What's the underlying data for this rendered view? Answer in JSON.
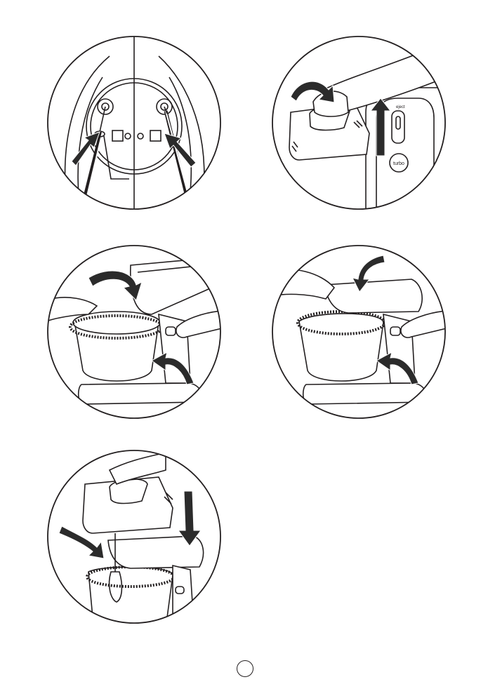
{
  "colors": {
    "ink": "#231f20",
    "arrow": "#2b2b2b",
    "paper": "#ffffff",
    "gray": "#d9d9d9"
  },
  "figures": [
    {
      "id": "fig1",
      "icon": "cord-storage-base-icon"
    },
    {
      "id": "fig2",
      "icon": "eject-hand-mixer-icon"
    },
    {
      "id": "fig3",
      "icon": "insert-bowl-icon"
    },
    {
      "id": "fig4",
      "icon": "lower-mixer-head-icon"
    },
    {
      "id": "fig5",
      "icon": "attach-hand-mixer-icon"
    }
  ],
  "fig2_labels": {
    "eject": "eject",
    "turbo": "turbo"
  },
  "page_number": ""
}
